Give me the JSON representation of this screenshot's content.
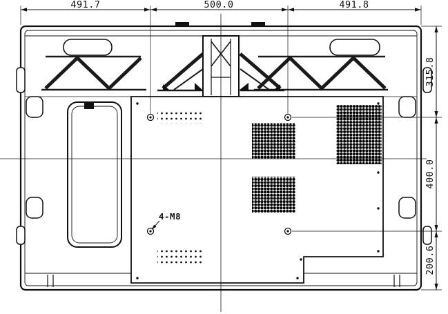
{
  "dimensions": {
    "top": [
      "491.7",
      "500.0",
      "491.8"
    ],
    "right": [
      "315.8",
      "400.0",
      "200.6"
    ]
  },
  "labels": {
    "mount_holes": "4-M8"
  },
  "style": {
    "ink": "#111111",
    "background": "#ffffff"
  }
}
